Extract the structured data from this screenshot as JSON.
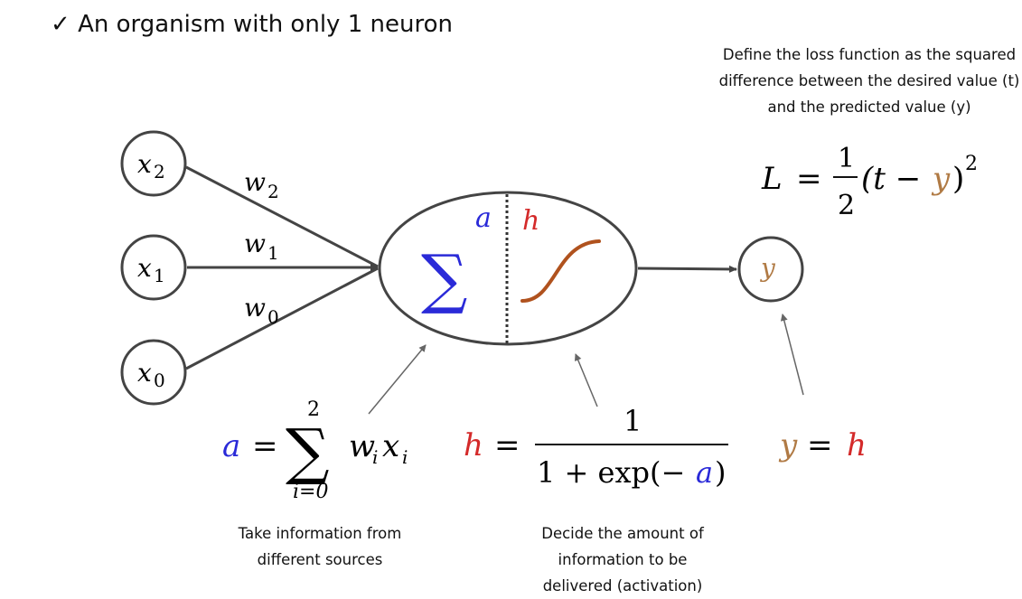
{
  "heading": {
    "check": "✓",
    "text": "An organism with only 1 neuron"
  },
  "inputs": [
    {
      "base": "x",
      "sub": "2"
    },
    {
      "base": "x",
      "sub": "1"
    },
    {
      "base": "x",
      "sub": "0"
    }
  ],
  "weights": [
    {
      "base": "w",
      "sub": "2"
    },
    {
      "base": "w",
      "sub": "1"
    },
    {
      "base": "w",
      "sub": "0"
    }
  ],
  "neuron": {
    "sum_symbol": "∑",
    "a_label": "a",
    "h_label": "h"
  },
  "output": {
    "label": "y"
  },
  "loss": {
    "note_lines": [
      "Define the loss function as the squared",
      "difference between the desired value (t)",
      "and the predicted value (y)"
    ],
    "lhs": "L",
    "eq": "=",
    "num": "1",
    "den": "2",
    "open": "(t −",
    "y": "y",
    "close": ")",
    "power": "2"
  },
  "eq_a": {
    "lhs": "a",
    "eq": "=",
    "sum": "∑",
    "upper": "2",
    "lower": "i=0",
    "w": "w",
    "wi": "i",
    "x": "x",
    "xi": "i"
  },
  "eq_h": {
    "lhs": "h",
    "eq": "=",
    "num": "1",
    "den_pre": "1 + exp(−",
    "den_a": "a",
    "den_post": ")"
  },
  "eq_y": {
    "lhs": "y",
    "eq": "=",
    "rhs": "h"
  },
  "notes": {
    "take_info": [
      "Take information from",
      "different sources"
    ],
    "decide": [
      "Decide the amount of",
      "information to be",
      "delivered (activation)"
    ]
  },
  "colors": {
    "blue": "#2a2ad8",
    "red": "#d42a2a",
    "brown": "#b07a44",
    "curve": "#b0521e",
    "stroke": "#444444"
  }
}
